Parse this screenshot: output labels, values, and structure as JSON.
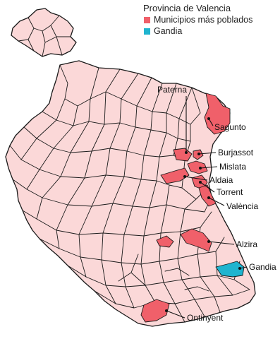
{
  "legend": {
    "title": "Provincia de Valencia",
    "items": [
      {
        "label": "Municipios más poblados",
        "color": "#f0606a"
      },
      {
        "label": "Gandia",
        "color": "#1fb4cf"
      }
    ]
  },
  "colors": {
    "base_fill": "#fbd8d8",
    "border": "#1a1a1a",
    "highlight": "#f0606a",
    "gandia": "#1fb4cf"
  },
  "municipalities": [
    {
      "name": "Paterna",
      "category": "populous"
    },
    {
      "name": "Sagunto",
      "category": "populous"
    },
    {
      "name": "Burjassot",
      "category": "populous"
    },
    {
      "name": "Mislata",
      "category": "populous"
    },
    {
      "name": "Aldaia",
      "category": "populous"
    },
    {
      "name": "Torrent",
      "category": "populous"
    },
    {
      "name": "València",
      "category": "populous"
    },
    {
      "name": "Alzira",
      "category": "populous"
    },
    {
      "name": "Gandia",
      "category": "gandia"
    },
    {
      "name": "Ontinyent",
      "category": "populous"
    }
  ]
}
